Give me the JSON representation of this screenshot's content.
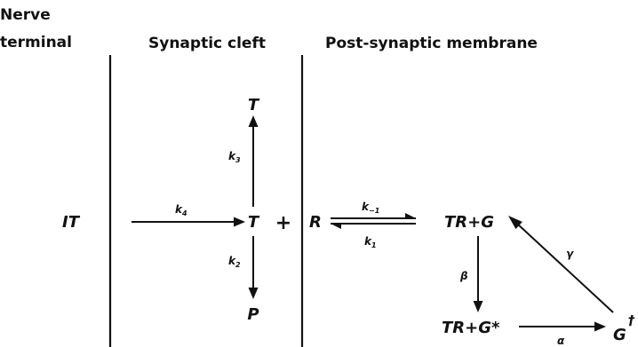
{
  "headers": {
    "nerve_terminal_line1": "Nerve",
    "nerve_terminal_line2": "terminal",
    "synaptic_cleft": "Synaptic cleft",
    "post_synaptic_membrane": "Post-synaptic membrane"
  },
  "species": {
    "it": "IT",
    "t_top": "T",
    "t_mid": "T",
    "plus": "+",
    "r": "R",
    "p": "P",
    "tr_g": "TR+G",
    "tr_gstar": "TR+G*",
    "g_dagger": "G",
    "dagger": "†"
  },
  "rates": {
    "k4": {
      "symbol": "k",
      "subscript": "4"
    },
    "k3": {
      "symbol": "k",
      "subscript": "3"
    },
    "k2": {
      "symbol": "k",
      "subscript": "2"
    },
    "k_minus1": {
      "symbol": "k",
      "subscript": "−1"
    },
    "k1": {
      "symbol": "k",
      "subscript": "1"
    },
    "beta": "β",
    "gamma": "γ",
    "alpha": "α"
  }
}
